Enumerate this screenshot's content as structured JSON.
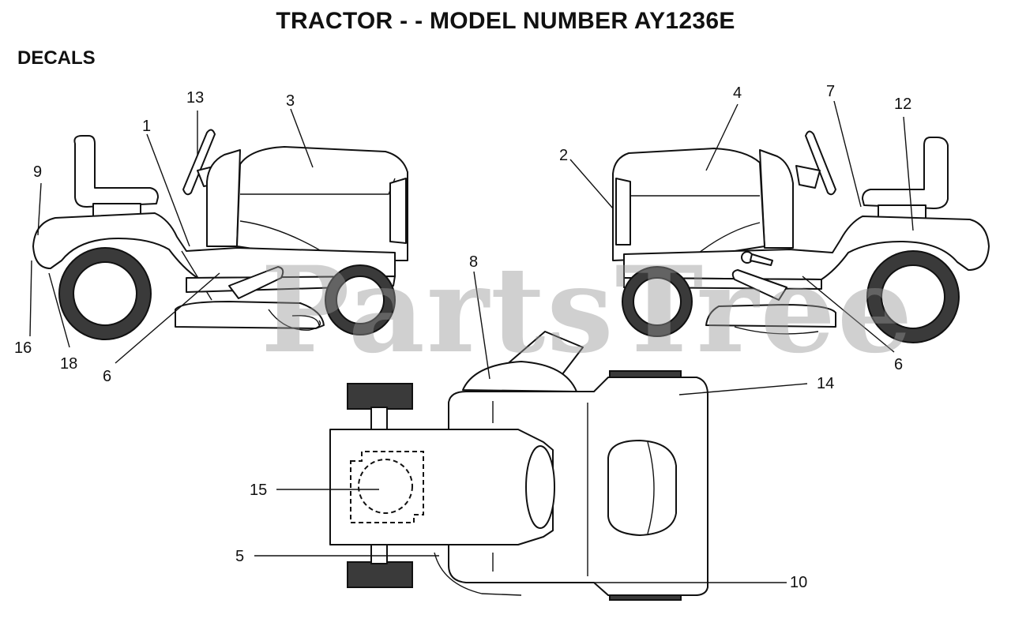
{
  "header": {
    "title": "TRACTOR - - MODEL NUMBER AY1236E"
  },
  "section": {
    "title": "DECALS"
  },
  "watermark": {
    "text": "PartsTree"
  },
  "callouts": {
    "c1": "1",
    "c2": "2",
    "c3": "3",
    "c4": "4",
    "c5": "5",
    "c6a": "6",
    "c6b": "6",
    "c7": "7",
    "c8": "8",
    "c9": "9",
    "c10": "10",
    "c12": "12",
    "c13": "13",
    "c14": "14",
    "c15": "15",
    "c16": "16",
    "c18": "18"
  },
  "colors": {
    "ink": "#111111",
    "tire": "#3a3a3a",
    "watermark": "#969696"
  }
}
